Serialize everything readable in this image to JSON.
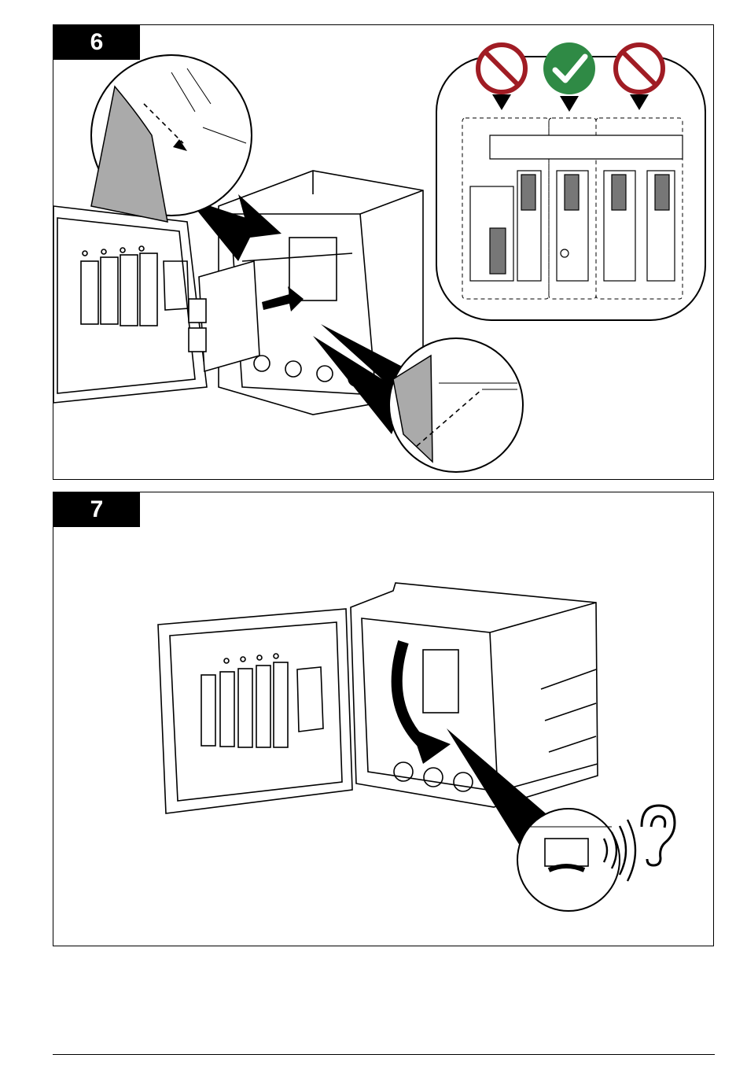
{
  "steps": [
    {
      "number": "6",
      "illustration": "install-module-in-correct-slot",
      "slot_status": [
        "prohibited",
        "allowed",
        "prohibited"
      ],
      "icons": [
        "prohibited-icon",
        "checkmark-icon",
        "prohibited-icon",
        "push-arrow-icon",
        "magnifier-callout-icon"
      ]
    },
    {
      "number": "7",
      "illustration": "swing-module-down-until-click",
      "icons": [
        "curved-arrow-icon",
        "ear-icon",
        "click-sound-icon",
        "magnifier-callout-icon"
      ]
    }
  ],
  "colors": {
    "badge_bg": "#000000",
    "prohibited": "#a01c24",
    "allowed": "#2f8a45",
    "line": "#000000"
  }
}
